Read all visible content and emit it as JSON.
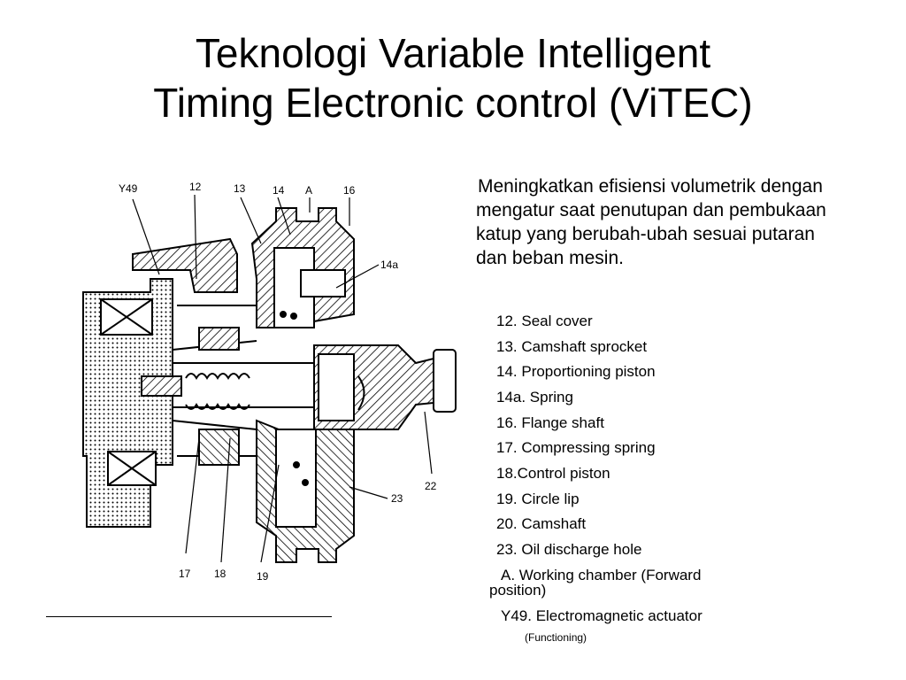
{
  "slide": {
    "title_line1": "Teknologi Variable Intelligent",
    "title_line2": "Timing Electronic control (ViTEC)",
    "description": "Meningkatkan efisiensi volumetrik dengan mengatur saat penutupan dan pembukaan katup yang berubah-ubah sesuai putaran dan beban mesin.",
    "legend": [
      "12. Seal cover",
      "13. Camshaft sprocket",
      "14. Proportioning piston",
      "14a. Spring",
      "16. Flange shaft",
      "17. Compressing spring",
      "18.Control piston",
      "19. Circle lip",
      "20. Camshaft",
      "23. Oil discharge hole",
      "A. Working chamber (Forward",
      "position)",
      "Y49. Electromagnetic actuator",
      "(Functioning)"
    ]
  },
  "diagram": {
    "labels": {
      "y49": "Y49",
      "l12": "12",
      "l13": "13",
      "l14": "14",
      "lA": "A",
      "l16": "16",
      "l14a": "14a",
      "l22": "22",
      "l23": "23",
      "l17": "17",
      "l18": "18",
      "l19": "19"
    }
  }
}
